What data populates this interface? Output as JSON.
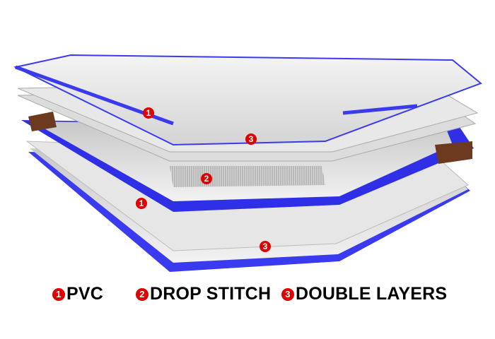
{
  "markers": [
    {
      "id": "1",
      "layer": "PVC"
    },
    {
      "id": "3",
      "layer": "DOUBLE LAYERS"
    },
    {
      "id": "2",
      "layer": "DROP STITCH"
    },
    {
      "id": "1",
      "layer": "PVC"
    },
    {
      "id": "3",
      "layer": "DOUBLE LAYERS"
    }
  ],
  "legend": [
    {
      "num": "1",
      "label": "PVC"
    },
    {
      "num": "2",
      "label": "DROP STITCH"
    },
    {
      "num": "3",
      "label": "DOUBLE LAYERS"
    }
  ],
  "colors": {
    "pvc_edge": "#3a3af0",
    "marker": "#e00000",
    "rail": "#6b3a1f"
  }
}
